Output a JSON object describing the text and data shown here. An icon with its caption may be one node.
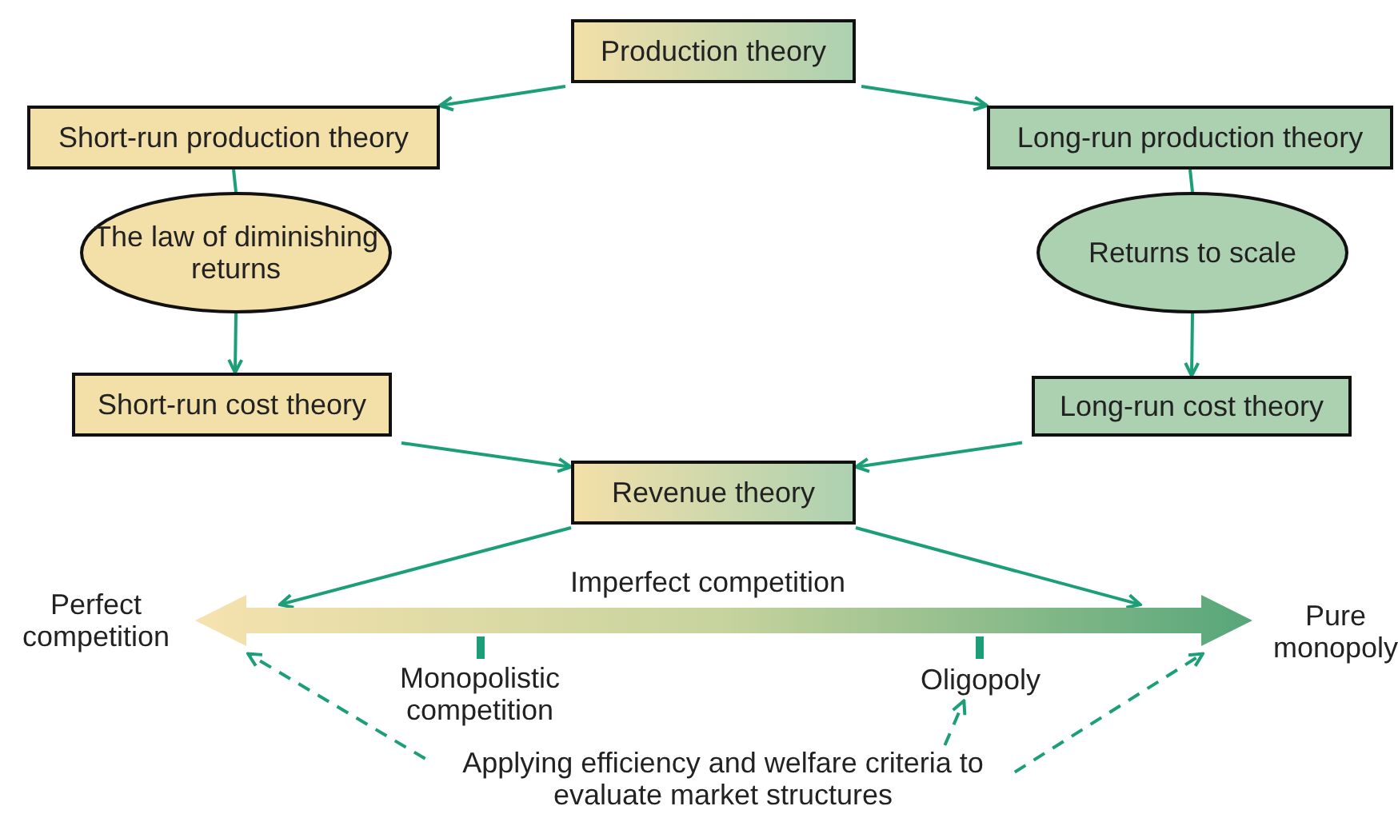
{
  "diagram": {
    "nodes": [
      {
        "text": [
          "Production theory"
        ]
      },
      {
        "text": [
          "Short-run production theory"
        ]
      },
      {
        "text": [
          "Long-run production theory"
        ]
      },
      {
        "text": [
          "The law of diminishing returns"
        ]
      },
      {
        "text": [
          "Returns to scale"
        ]
      },
      {
        "text": [
          "Short-run cost theory"
        ]
      },
      {
        "text": [
          "Long-run cost theory"
        ]
      },
      {
        "text": [
          "Revenue theory"
        ]
      },
      {
        "text": [],
        "shape": "bar"
      },
      {
        "text": [
          "Oligopoly"
        ]
      },
      {
        "text": [
          "Applying efficiency and welfare criteria to evaluate market structures"
        ]
      }
    ],
    "edges": [
      {
        "from": 0,
        "to": 1,
        "arrow": "to"
      },
      {
        "from": 0,
        "to": 2,
        "arrow": "to"
      },
      {
        "from": 1,
        "to": 3,
        "arrow": "none"
      },
      {
        "from": 3,
        "to": 5,
        "arrow": "to"
      },
      {
        "from": 2,
        "to": 4,
        "arrow": "none"
      },
      {
        "from": 4,
        "to": 6,
        "arrow": "to"
      },
      {
        "from": 5,
        "to": 7,
        "arrow": "to"
      },
      {
        "from": 6,
        "to": 7,
        "arrow": "to"
      },
      {
        "from": 7,
        "to": 8,
        "arrow": "to"
      },
      {
        "from": 7,
        "to": 8,
        "arrow": "to"
      },
      {
        "from": 10,
        "to": 8,
        "arrow": "to",
        "style": "dashed"
      },
      {
        "from": 10,
        "to": 9,
        "arrow": "to",
        "style": "dashed"
      },
      {
        "from": 10,
        "to": 8,
        "arrow": "to",
        "style": "dashed"
      }
    ],
    "labels": [
      "Imperfect competition",
      "Perfect competition",
      "Pure monopoly",
      "Monopolistic competition"
    ]
  }
}
